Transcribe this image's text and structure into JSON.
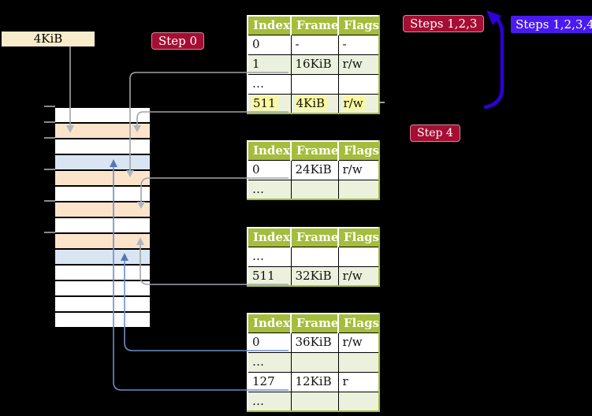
{
  "labels": {
    "page_size": "4KiB",
    "step0": "Step 0",
    "steps123": "Steps 1,2,3",
    "steps1234": "Steps 1,2,3,4",
    "step4": "Step 4"
  },
  "colors": {
    "table_header_green": "#A4BD3A",
    "table_row_green": "#EBF1DC",
    "frame_page_table_peach": "#FCE4CB",
    "frame_data_blue": "#D9E5F3",
    "label_wheat": "#F8ECCA",
    "label_crimson": "#A60D33",
    "label_violet": "#4A1AF0",
    "loop_arrow_blue": "#2F00D9",
    "connector_gray": "#A0A4A8",
    "connector_blue": "#6B8EC6",
    "highlight_yellow": "#FAF8A0"
  },
  "memory_column": {
    "rows": [
      {
        "kind": "free"
      },
      {
        "kind": "page-table"
      },
      {
        "kind": "free"
      },
      {
        "kind": "data"
      },
      {
        "kind": "page-table"
      },
      {
        "kind": "free"
      },
      {
        "kind": "page-table"
      },
      {
        "kind": "free"
      },
      {
        "kind": "page-table"
      },
      {
        "kind": "data"
      },
      {
        "kind": "free"
      },
      {
        "kind": "free"
      },
      {
        "kind": "free"
      },
      {
        "kind": "free"
      }
    ],
    "tick_offsets": [
      134,
      154,
      174,
      214,
      254,
      294
    ]
  },
  "tables": [
    {
      "id": "level-4",
      "headers": [
        "Index",
        "Frame",
        "Flags"
      ],
      "rows": [
        {
          "cells": [
            "0",
            "-",
            "-"
          ],
          "shade": false,
          "link": null,
          "highlight": false
        },
        {
          "cells": [
            "1",
            "16KiB",
            "r/w"
          ],
          "shade": true,
          "link": "gray",
          "highlight": false
        },
        {
          "cells": [
            "…",
            "",
            ""
          ],
          "shade": false,
          "link": null,
          "highlight": false
        },
        {
          "cells": [
            "511",
            "4KiB",
            "r/w"
          ],
          "shade": true,
          "link": "gray",
          "highlight": true
        }
      ]
    },
    {
      "id": "level-3",
      "headers": [
        "Index",
        "Frame",
        "Flags"
      ],
      "rows": [
        {
          "cells": [
            "0",
            "24KiB",
            "r/w"
          ],
          "shade": false,
          "link": "gray",
          "highlight": false
        },
        {
          "cells": [
            "…",
            "",
            ""
          ],
          "shade": true,
          "link": null,
          "highlight": false
        }
      ]
    },
    {
      "id": "level-2",
      "headers": [
        "Index",
        "Frame",
        "Flags"
      ],
      "rows": [
        {
          "cells": [
            "…",
            "",
            ""
          ],
          "shade": false,
          "link": null,
          "highlight": false
        },
        {
          "cells": [
            "511",
            "32KiB",
            "r/w"
          ],
          "shade": true,
          "link": "gray",
          "highlight": false
        }
      ]
    },
    {
      "id": "level-1",
      "headers": [
        "Index",
        "Frame",
        "Flags"
      ],
      "rows": [
        {
          "cells": [
            "0",
            "36KiB",
            "r/w"
          ],
          "shade": false,
          "link": "blue",
          "highlight": false
        },
        {
          "cells": [
            "…",
            "",
            ""
          ],
          "shade": true,
          "link": null,
          "highlight": false
        },
        {
          "cells": [
            "127",
            "12KiB",
            "r"
          ],
          "shade": false,
          "link": "blue",
          "highlight": false
        },
        {
          "cells": [
            "…",
            "",
            ""
          ],
          "shade": true,
          "link": null,
          "highlight": false
        }
      ]
    }
  ]
}
